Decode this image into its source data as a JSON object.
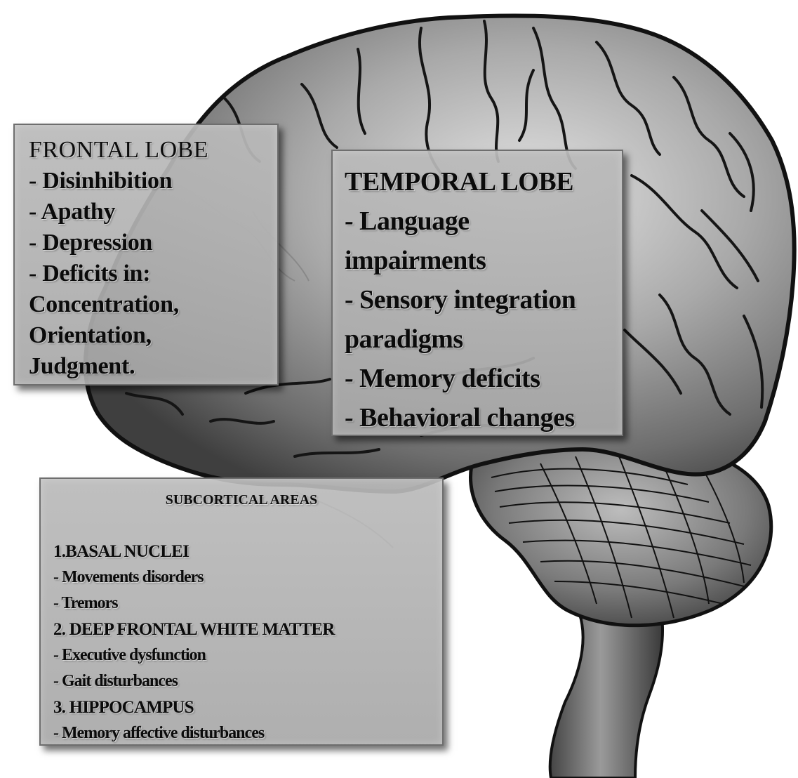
{
  "frontal_lobe": {
    "title": "FRONTAL LOBE",
    "items": [
      "- Disinhibition",
      "- Apathy",
      "- Depression",
      "- Deficits in:",
      "Concentration,",
      "Orientation,",
      "Judgment."
    ]
  },
  "temporal_lobe": {
    "title": "TEMPORAL LOBE",
    "items": [
      "- Language",
      "impairments",
      "- Sensory integration",
      "paradigms",
      "- Memory deficits",
      "- Behavioral changes"
    ]
  },
  "subcortical_areas": {
    "title": "SUBCORTICAL  AREAS",
    "lines": [
      "1.BASAL NUCLEI",
      "- Movements disorders",
      "- Tremors",
      "2. DEEP FRONTAL WHITE MATTER",
      "- Executive dysfunction",
      "- Gait disturbances",
      "3. HIPPOCAMPUS",
      "- Memory affective disturbances"
    ]
  },
  "colors": {
    "box_fill": "#b4b4b4",
    "box_border": "#6e6e6e",
    "brain_light": "#d8d8d8",
    "brain_dark": "#3a3a3a",
    "outline": "#111111"
  }
}
